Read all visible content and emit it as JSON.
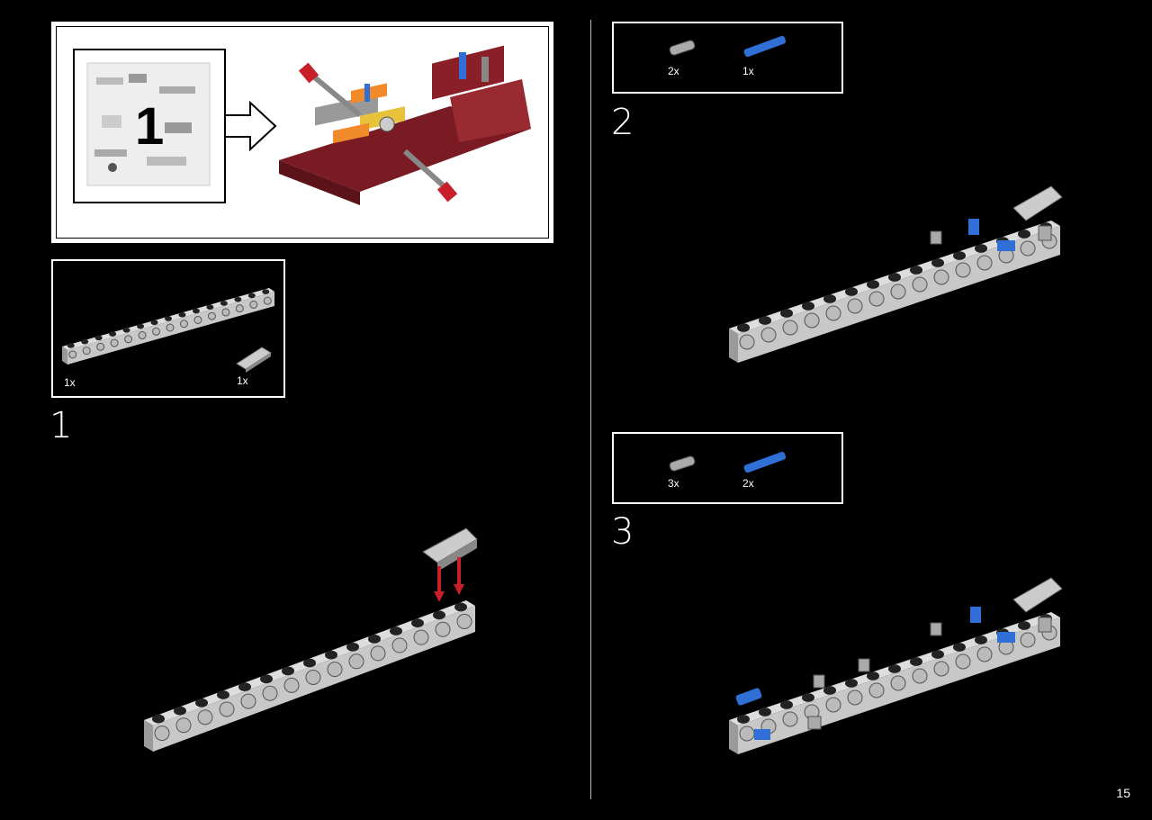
{
  "bag": {
    "number": "1"
  },
  "steps": [
    {
      "number": "1",
      "parts": [
        {
          "qty": "1x",
          "name": "beam-15"
        },
        {
          "qty": "1x",
          "name": "slope-panel"
        }
      ]
    },
    {
      "number": "2",
      "parts": [
        {
          "qty": "2x",
          "name": "gray-pin"
        },
        {
          "qty": "1x",
          "name": "blue-axle-pin"
        }
      ]
    },
    {
      "number": "3",
      "parts": [
        {
          "qty": "3x",
          "name": "gray-pin"
        },
        {
          "qty": "2x",
          "name": "blue-axle-pin"
        }
      ]
    }
  ],
  "page": {
    "number": "15"
  },
  "colors": {
    "background": "#000000",
    "beam": "#c8c8c8",
    "pin_blue": "#2f6fd6",
    "arrow_red": "#c8202a",
    "dark_red": "#7a1a22"
  }
}
